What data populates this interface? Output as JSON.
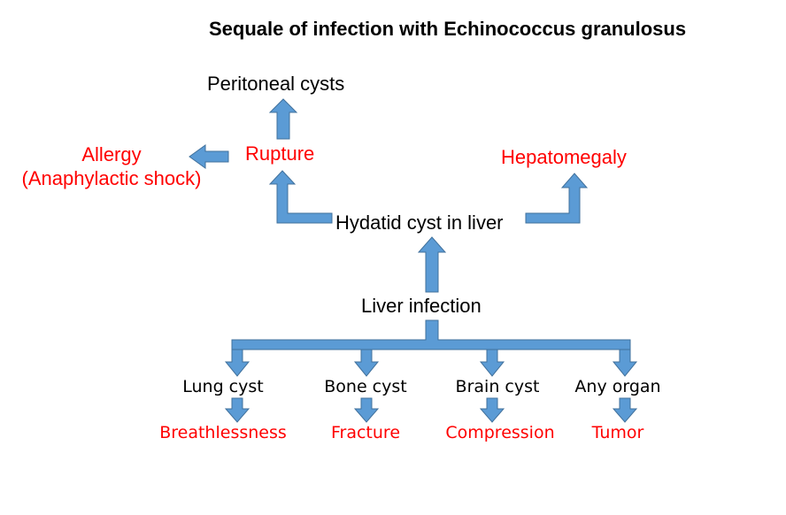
{
  "title": "Sequale of infection with Echinococcus granulosus",
  "colors": {
    "arrow_fill": "#5b9bd5",
    "arrow_stroke": "#41719c",
    "text_black": "#000000",
    "text_red": "#ff0000"
  },
  "nodes": {
    "peritoneal_cysts": "Peritoneal cysts",
    "rupture": "Rupture",
    "allergy_line1": "Allergy",
    "allergy_line2": "(Anaphylactic shock)",
    "hepatomegaly": "Hepatomegaly",
    "hydatid_cyst_liver": "Hydatid cyst in liver",
    "liver_infection": "Liver infection"
  },
  "branches": [
    {
      "site": "Lung cyst",
      "outcome": "Breathlessness"
    },
    {
      "site": "Bone cyst",
      "outcome": "Fracture"
    },
    {
      "site": "Brain cyst",
      "outcome": "Compression"
    },
    {
      "site": "Any organ",
      "outcome": "Tumor"
    }
  ]
}
